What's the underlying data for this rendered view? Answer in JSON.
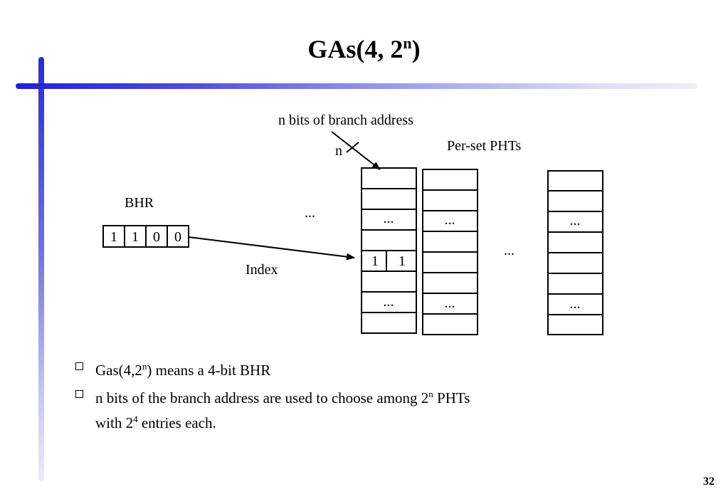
{
  "slide": {
    "title": "GAs(4, 2",
    "title_sup": "n",
    "title_close": ")",
    "page_number": "32"
  },
  "diagram": {
    "bhr_label": "BHR",
    "bhr_bits": [
      "1",
      "1",
      "0",
      "0"
    ],
    "index_label": "Index",
    "branch_address_label": "n bits of branch address",
    "n_label": "n",
    "per_set_label": "Per-set PHTs",
    "ellipsis": "...",
    "selected_entry_bits": [
      "1",
      "1"
    ]
  },
  "bullets": [
    {
      "pre": "Gas(4,2",
      "sup": "n",
      "post": ") means a 4-bit BHR"
    },
    {
      "pre": "n bits of the branch address are used to choose among 2",
      "sup": "n",
      "post": " PHTs",
      "line2_pre": "with 2",
      "line2_sup": "4",
      "line2_post": " entries each."
    }
  ]
}
